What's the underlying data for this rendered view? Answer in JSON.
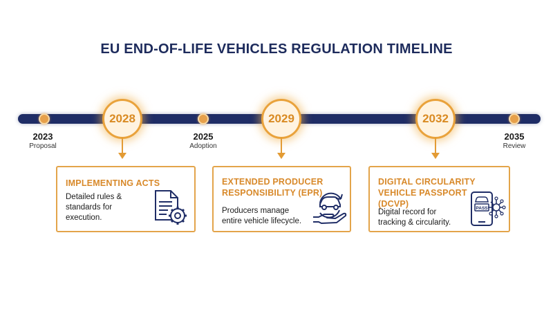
{
  "title": "EU END-OF-LIFE VEHICLES REGULATION TIMELINE",
  "colors": {
    "navy": "#1f2d66",
    "orange": "#e39b34",
    "glow": "#f1b250"
  },
  "minor_points": [
    {
      "year": "2023",
      "label": "Proposal"
    },
    {
      "year": "2025",
      "label": "Adoption"
    },
    {
      "year": "2035",
      "label": "Review"
    }
  ],
  "milestones": [
    {
      "year": "2028",
      "card_title": "IMPLEMENTING ACTS",
      "card_body": [
        "Detailed rules &",
        "standards for",
        "execution."
      ],
      "icon": "document-gear-icon"
    },
    {
      "year": "2029",
      "card_title_lines": [
        "EXTENDED PRODUCER",
        "RESPONSIBILITY (EPR)"
      ],
      "card_body": [
        "Producers manage",
        "entire vehicle lifecycle."
      ],
      "icon": "hand-car-cycle-icon"
    },
    {
      "year": "2032",
      "card_title_lines": [
        "DIGITAL CIRCULARITY",
        "VEHICLE PASSPORT",
        "(DCVP)"
      ],
      "card_body": [
        "Digital record for",
        "tracking & circularity."
      ],
      "icon": "phone-passport-icon",
      "icon_text": "PASS"
    }
  ]
}
